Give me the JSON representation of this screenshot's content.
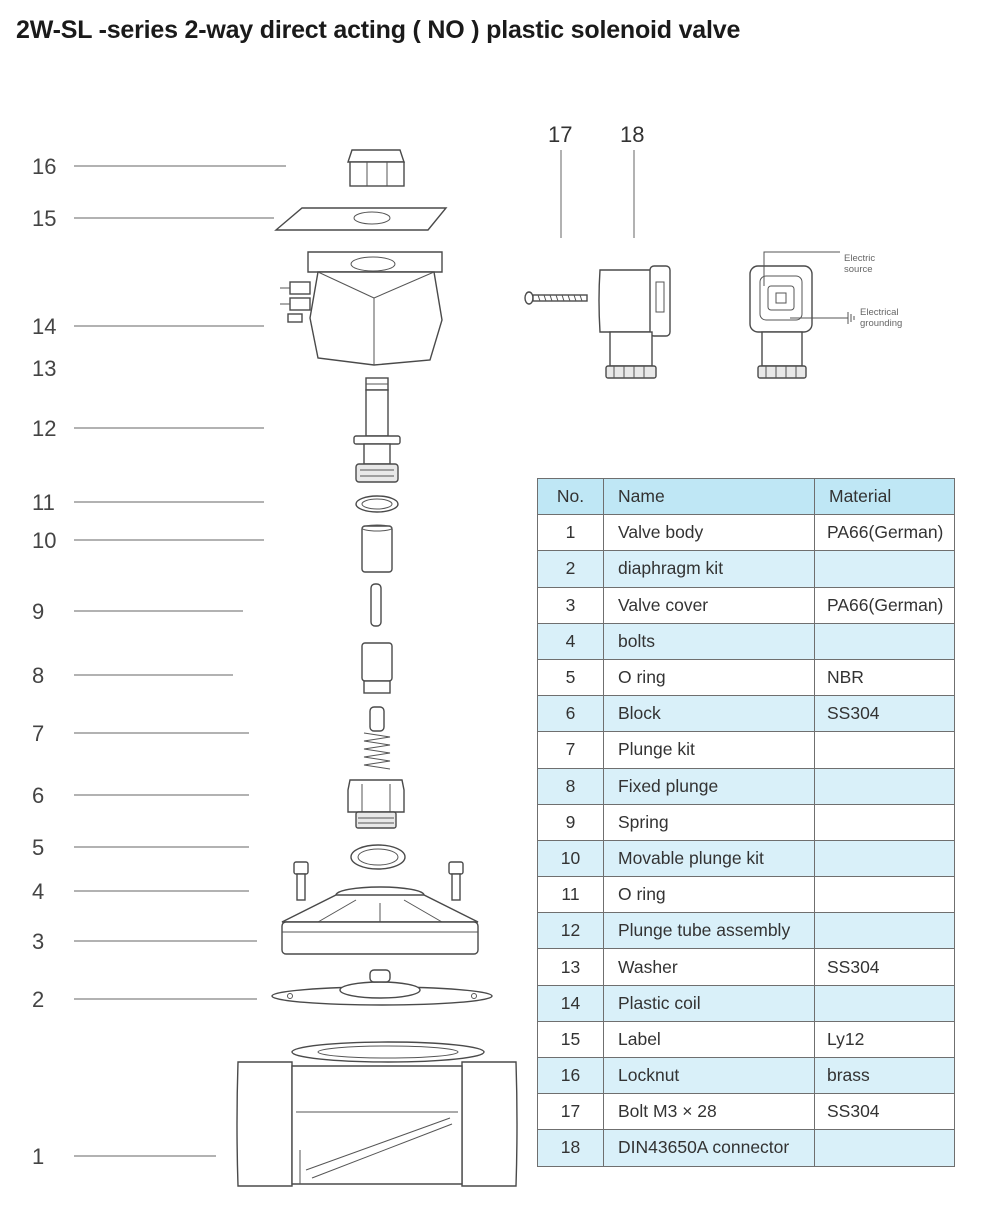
{
  "title": "2W-SL -series 2-way direct acting ( NO ) plastic solenoid valve",
  "callouts": [
    "16",
    "15",
    "14",
    "13",
    "12",
    "11",
    "10",
    "9",
    "8",
    "7",
    "6",
    "5",
    "4",
    "3",
    "2",
    "1"
  ],
  "connector_callouts": [
    "17",
    "18"
  ],
  "connector_notes": {
    "source_line1": "Electric",
    "source_line2": "source",
    "ground_line1": "Electrical",
    "ground_line2": "grounding"
  },
  "table": {
    "headers": {
      "no": "No.",
      "name": "Name",
      "material": "Material"
    },
    "rows": [
      {
        "no": "1",
        "name": "Valve body",
        "material": "PA66(German)"
      },
      {
        "no": "2",
        "name": "diaphragm kit",
        "material": ""
      },
      {
        "no": "3",
        "name": "Valve cover",
        "material": "PA66(German)"
      },
      {
        "no": "4",
        "name": "bolts",
        "material": ""
      },
      {
        "no": "5",
        "name": "O ring",
        "material": "NBR"
      },
      {
        "no": "6",
        "name": "Block",
        "material": "SS304"
      },
      {
        "no": "7",
        "name": "Plunge kit",
        "material": ""
      },
      {
        "no": "8",
        "name": "Fixed plunge",
        "material": ""
      },
      {
        "no": "9",
        "name": "Spring",
        "material": ""
      },
      {
        "no": "10",
        "name": "Movable plunge kit",
        "material": ""
      },
      {
        "no": "11",
        "name": "O ring",
        "material": ""
      },
      {
        "no": "12",
        "name": "Plunge tube assembly",
        "material": ""
      },
      {
        "no": "13",
        "name": "Washer",
        "material": "SS304"
      },
      {
        "no": "14",
        "name": "Plastic coil",
        "material": ""
      },
      {
        "no": "15",
        "name": "Label",
        "material": "Ly12"
      },
      {
        "no": "16",
        "name": "Locknut",
        "material": "brass"
      },
      {
        "no": "17",
        "name": "Bolt M3 × 28",
        "material": "SS304"
      },
      {
        "no": "18",
        "name": "DIN43650A connector",
        "material": ""
      }
    ]
  }
}
